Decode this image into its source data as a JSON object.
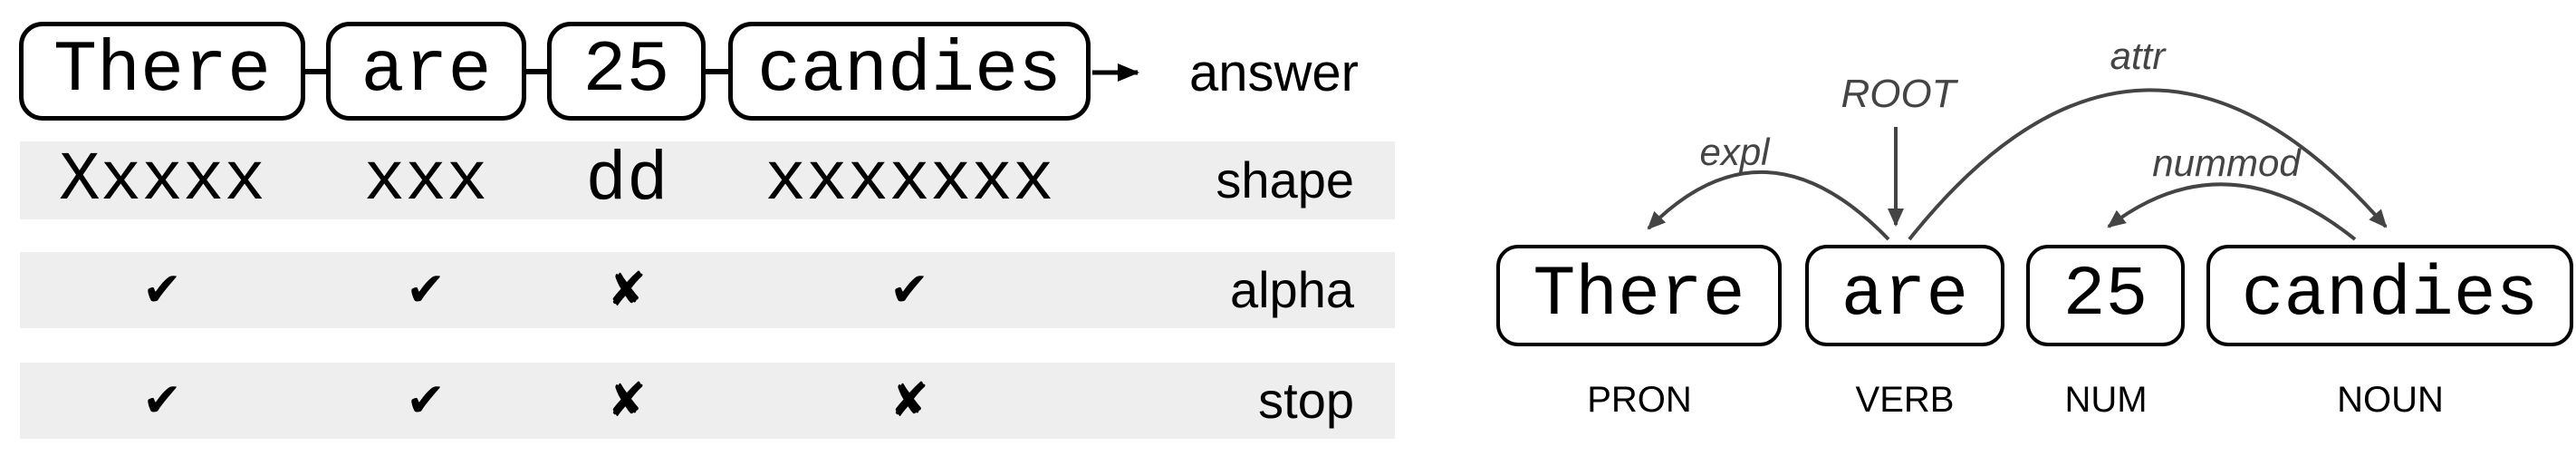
{
  "left": {
    "tokens": [
      "There",
      "are",
      "25",
      "candies"
    ],
    "answer_label": "answer",
    "feature_rows": [
      {
        "label": "shape",
        "values": [
          "Xxxxx",
          "xxx",
          "dd",
          "xxxxxxx"
        ]
      },
      {
        "label": "alpha",
        "values": [
          "✔",
          "✔",
          "✘",
          "✔"
        ]
      },
      {
        "label": "stop",
        "values": [
          "✔",
          "✔",
          "✘",
          "✘"
        ]
      }
    ]
  },
  "right": {
    "tokens": [
      "There",
      "are",
      "25",
      "candies"
    ],
    "pos_tags": [
      "PRON",
      "VERB",
      "NUM",
      "NOUN"
    ],
    "arcs": [
      {
        "label": "expl",
        "from": "are",
        "to": "There"
      },
      {
        "label": "ROOT",
        "to": "are"
      },
      {
        "label": "attr",
        "from": "are",
        "to": "candies"
      },
      {
        "label": "nummod",
        "from": "candies",
        "to": "25"
      }
    ]
  },
  "colors": {
    "row_band": "#eeeeee",
    "arc": "#444444",
    "text": "#000000"
  }
}
